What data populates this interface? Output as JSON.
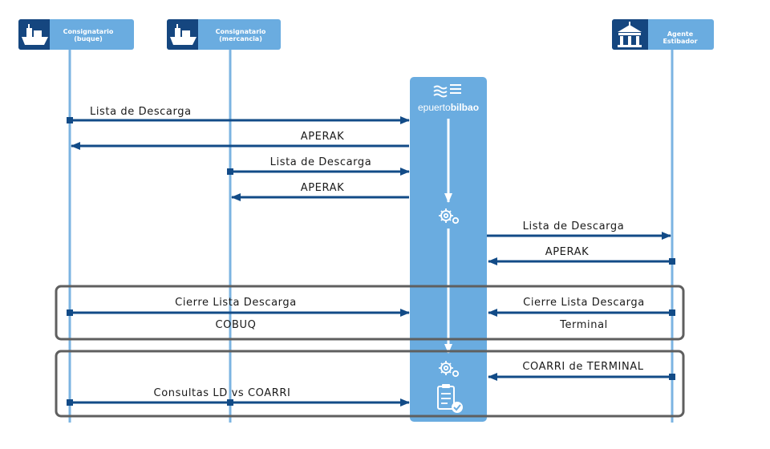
{
  "actors": [
    {
      "line1": "Consignatario",
      "line2": "(buque)",
      "icon": "ship-icon"
    },
    {
      "line1": "Consignatario",
      "line2": "(mercancia)",
      "icon": "ship-icon"
    },
    {
      "line1": "Agente",
      "line2": "Estibador",
      "icon": "building-icon"
    }
  ],
  "hub": {
    "label_prefix": "e",
    "label_main": "puerto",
    "label_bold": "bilbao",
    "logo": "waves-logo-icon"
  },
  "messages": [
    "Lista de Descarga",
    "APERAK",
    "Lista de Descarga",
    "APERAK",
    "Lista de Descarga",
    "APERAK",
    "Cierre Lista Descarga",
    "COBUQ",
    "Cierre Lista Descarga",
    "Terminal",
    "COARRI de TERMINAL",
    "Consultas LD vs COARRI"
  ],
  "colors": {
    "actor_box": "#6aace0",
    "actor_icon_bg": "#15467f",
    "hub": "#6aace0",
    "lifeline": "#7cb4e2",
    "arrow": "#124b87",
    "group_border": "#5f5f5f"
  }
}
